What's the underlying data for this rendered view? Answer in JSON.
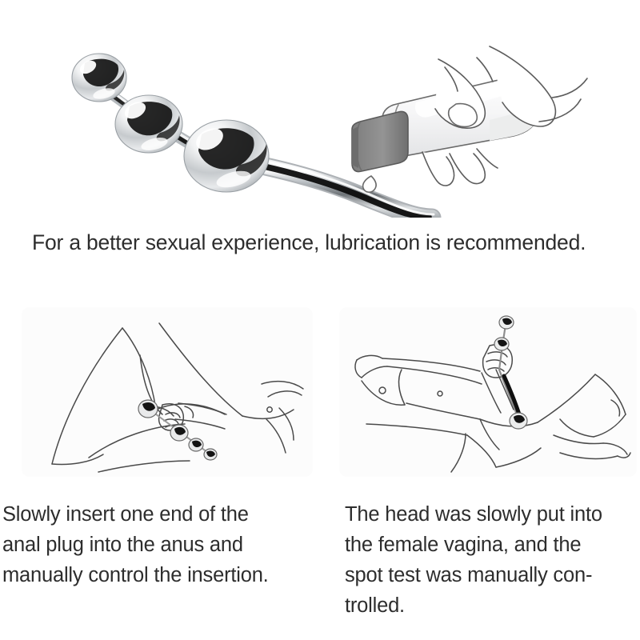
{
  "page": {
    "title": "Anal plug usage instructions",
    "background_color": "#ffffff",
    "text_color": "#2d2d2d"
  },
  "hero": {
    "name": "product-hero-image",
    "product": {
      "name": "stainless-steel-beaded-anal-plug",
      "material_finish": "polished chrome",
      "bead_count": 3,
      "color_highlight": "#ffffff",
      "color_body": "#c9ccd0",
      "color_reflection": "#111111"
    },
    "lubricant": {
      "name": "lubricant-tube-in-hand",
      "style": "line-art illustration",
      "tube_color": "#f4f4f4",
      "cap_color": "#8a8a8a",
      "outline_color": "#5a5a5a",
      "has_drop": true
    }
  },
  "main_caption": {
    "text": "For a better sexual experience, lubrication is recommended."
  },
  "panels": [
    {
      "name": "illustration-anal-insertion",
      "background_color": "#fcfcfc",
      "outline_color": "#4a4a4a",
      "description": "side view figure with hand holding beaded plug at anus"
    },
    {
      "name": "illustration-vaginal-insertion",
      "background_color": "#fcfcfc",
      "outline_color": "#4a4a4a",
      "description": "reclining female figure with hand holding beaded plug"
    }
  ],
  "steps": [
    {
      "name": "step-caption-left",
      "lines": [
        "Slowly insert one end of the",
        "anal plug into the anus and",
        "manually control the insertion."
      ]
    },
    {
      "name": "step-caption-right",
      "lines": [
        "The head was slowly put into",
        "the female vagina, and the",
        "spot test was manually con-",
        "trolled."
      ]
    }
  ]
}
